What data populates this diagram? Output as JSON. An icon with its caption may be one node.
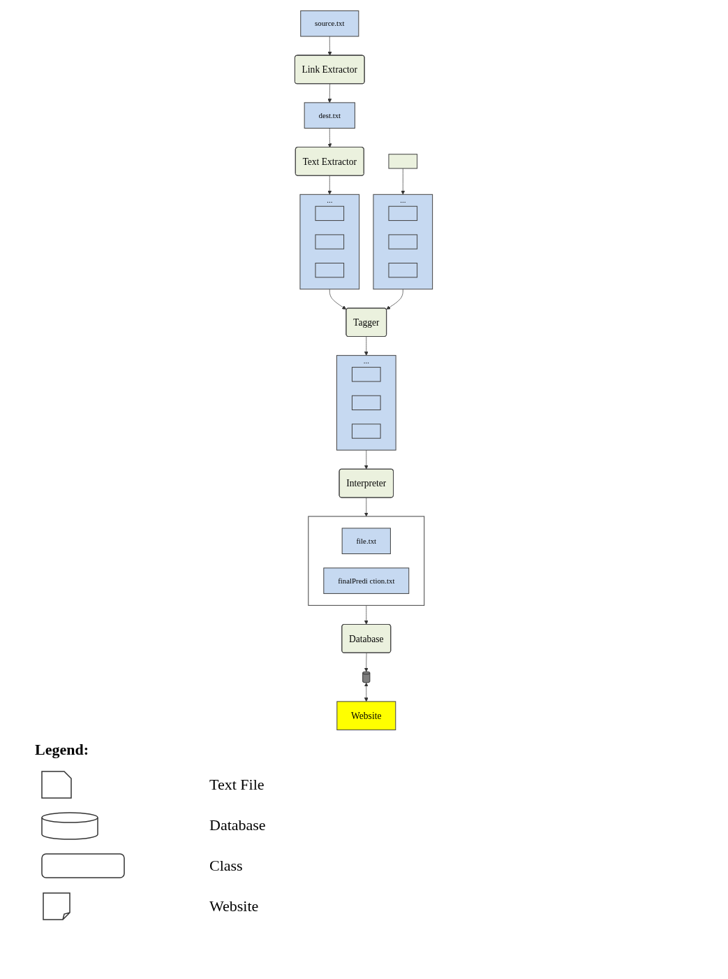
{
  "diagram": {
    "nodes": [
      {
        "text": [
          "source.txt"
        ]
      },
      {
        "text": [
          "Link Extractor"
        ]
      },
      {
        "text": [
          "dest.txt"
        ]
      },
      {
        "text": [
          "Text Extractor"
        ]
      },
      {
        "text": [],
        "shape": "box"
      },
      {
        "text": [
          "..."
        ]
      },
      {
        "text": [],
        "shape": "box",
        "in": 5
      },
      {
        "text": [],
        "shape": "box",
        "in": 5
      },
      {
        "text": [],
        "shape": "box",
        "in": 5
      },
      {
        "text": [
          "..."
        ]
      },
      {
        "text": [],
        "shape": "box",
        "in": 9
      },
      {
        "text": [],
        "shape": "box",
        "in": 9
      },
      {
        "text": [],
        "shape": "box",
        "in": 9
      },
      {
        "text": [
          "Tagger"
        ]
      },
      {
        "text": [
          "Website"
        ]
      },
      {
        "text": [
          "..."
        ]
      },
      {
        "text": [],
        "shape": "box",
        "in": 15
      },
      {
        "text": [],
        "shape": "box",
        "in": 15
      },
      {
        "text": [],
        "shape": "box",
        "in": 15
      },
      {
        "text": [],
        "shape": "cylinder"
      },
      {
        "text": [
          "Interpreter"
        ]
      },
      {
        "text": [],
        "shape": "box"
      },
      {
        "text": [
          "file.txt"
        ],
        "in": 21
      },
      {
        "text": [
          "finalPredi ction.txt"
        ],
        "in": 21
      },
      {
        "text": [
          "Database"
        ]
      }
    ],
    "edges": [
      {
        "from": 0,
        "to": 1,
        "arrow": "to"
      },
      {
        "from": 1,
        "to": 2,
        "arrow": "to"
      },
      {
        "from": 2,
        "to": 3,
        "arrow": "to"
      },
      {
        "from": 3,
        "to": 5,
        "arrow": "to"
      },
      {
        "from": 4,
        "to": 9,
        "arrow": "to"
      },
      {
        "from": 5,
        "to": 13,
        "arrow": "to"
      },
      {
        "from": 9,
        "to": 13,
        "arrow": "to"
      },
      {
        "from": 13,
        "to": 15,
        "arrow": "to"
      },
      {
        "from": 15,
        "to": 20,
        "arrow": "to"
      },
      {
        "from": 20,
        "to": 21,
        "arrow": "to"
      },
      {
        "from": 21,
        "to": 24,
        "arrow": "to"
      },
      {
        "from": 24,
        "to": 19,
        "arrow": "to"
      },
      {
        "from": 19,
        "to": 14,
        "arrow": "both"
      }
    ],
    "labels": [
      "Legend:"
    ],
    "legend": [
      {
        "text": "Text File"
      },
      {
        "text": "Database"
      },
      {
        "text": "Class"
      },
      {
        "text": "Website"
      }
    ]
  }
}
